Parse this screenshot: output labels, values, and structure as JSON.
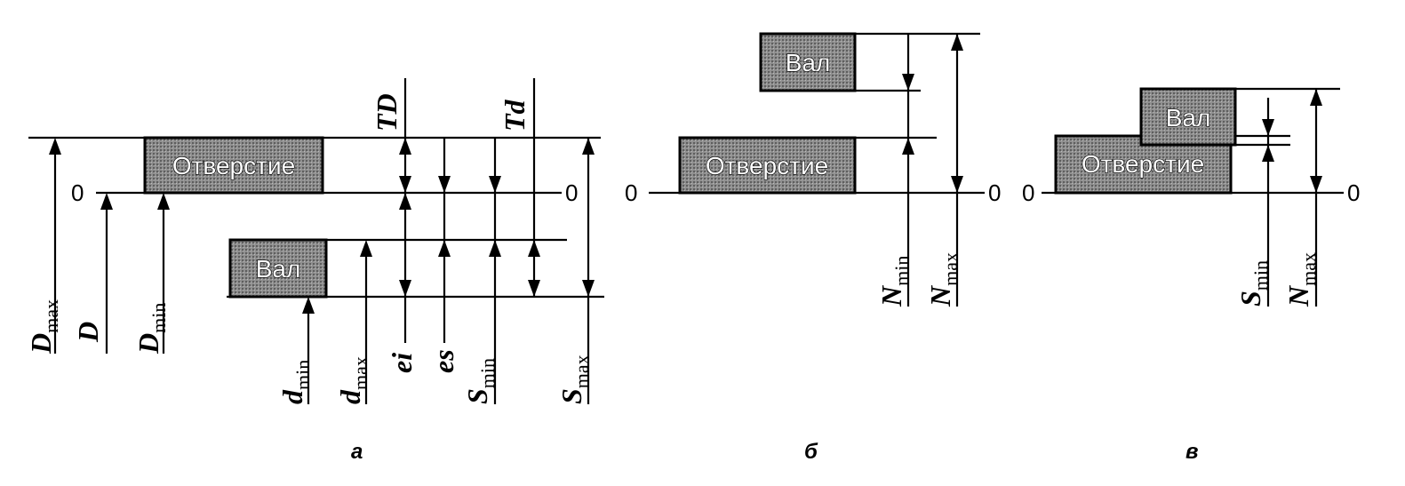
{
  "zero_label": "0",
  "hole_label": "Отверстие",
  "shaft_label": "Вал",
  "captions": {
    "a": "а",
    "b": "б",
    "c": "в"
  },
  "panel_a": {
    "D_max": {
      "main": "D",
      "sub": "max"
    },
    "D": {
      "main": "D",
      "sub": ""
    },
    "D_min": {
      "main": "D",
      "sub": "min"
    },
    "d_min": {
      "main": "d",
      "sub": "min"
    },
    "d_max": {
      "main": "d",
      "sub": "max"
    },
    "ei": {
      "main": "ei",
      "sub": ""
    },
    "es": {
      "main": "es",
      "sub": ""
    },
    "S_min": {
      "main": "S",
      "sub": "min"
    },
    "S_max": {
      "main": "S",
      "sub": "max"
    },
    "TD": {
      "main": "TD",
      "sub": ""
    },
    "Td": {
      "main": "Td",
      "sub": ""
    }
  },
  "panel_b": {
    "N_min": {
      "main": "N",
      "sub": "min"
    },
    "N_max": {
      "main": "N",
      "sub": "max"
    }
  },
  "panel_c": {
    "S_min": {
      "main": "S",
      "sub": "min"
    },
    "N_max": {
      "main": "N",
      "sub": "max"
    }
  }
}
